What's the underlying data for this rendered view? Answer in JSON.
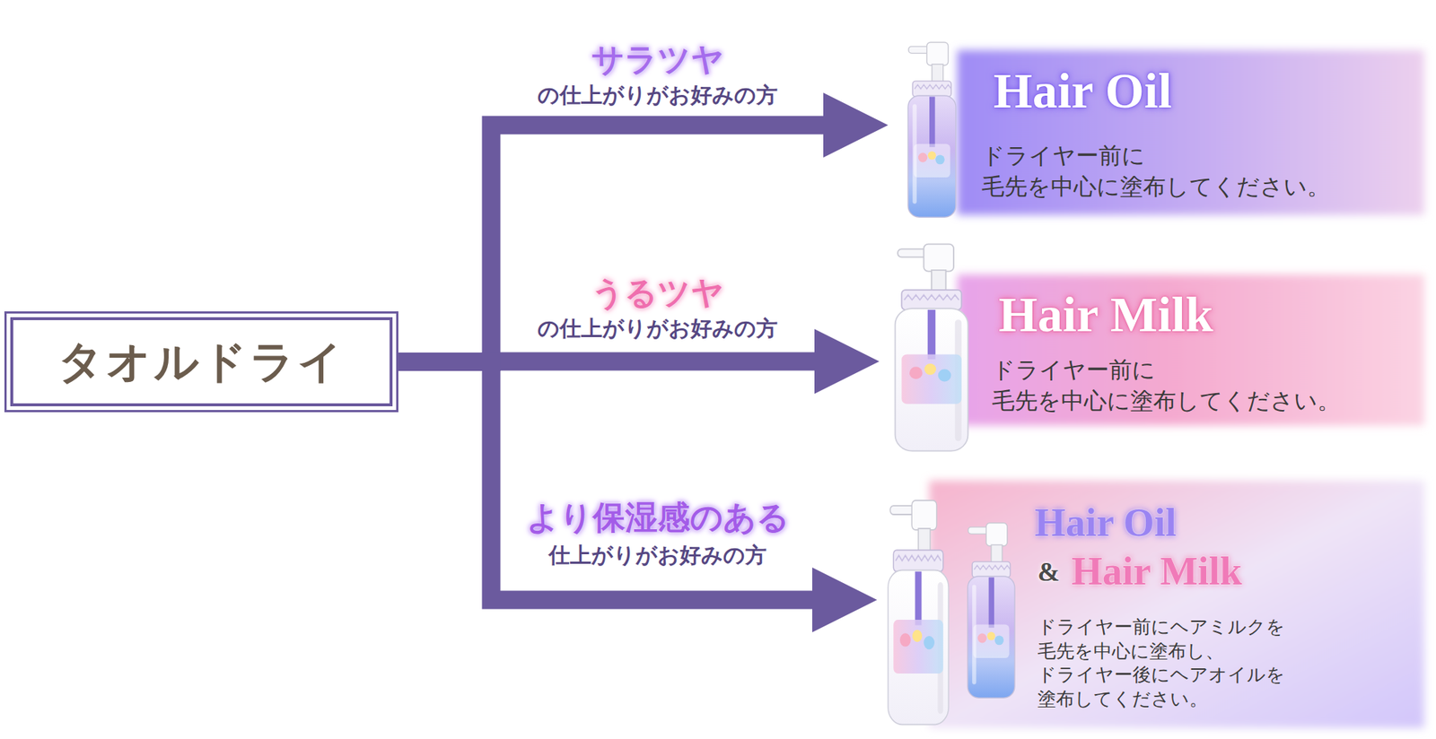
{
  "diagram": {
    "nodes": [
      {
        "text": [
          "タオルドライ"
        ]
      },
      {
        "text": [
          "Hair Oil",
          "ドライヤー前に 毛先を中心に塗布してください。"
        ]
      },
      {
        "text": [
          "Hair Milk",
          "ドライヤー前に 毛先を中心に塗布してください。"
        ]
      },
      {
        "text": [
          "Hair Oil",
          "&",
          "Hair Milk",
          "ドライヤー前にヘアミルクを 毛先を中心に塗布し、 ドライヤー後にヘアオイルを 塗布してください。"
        ]
      }
    ],
    "edges": [
      {
        "from": 0,
        "to": 1,
        "arrow": "to",
        "label": "サラツヤ"
      },
      {
        "from": 0,
        "to": 2,
        "arrow": "to",
        "label": "うるツヤ"
      },
      {
        "from": 0,
        "to": 3,
        "arrow": "to",
        "label": "より保湿感のある"
      }
    ],
    "labels": [
      "の仕上がりがお好みの方",
      "の仕上がりがお好みの方",
      "仕上がりがお好みの方"
    ]
  }
}
